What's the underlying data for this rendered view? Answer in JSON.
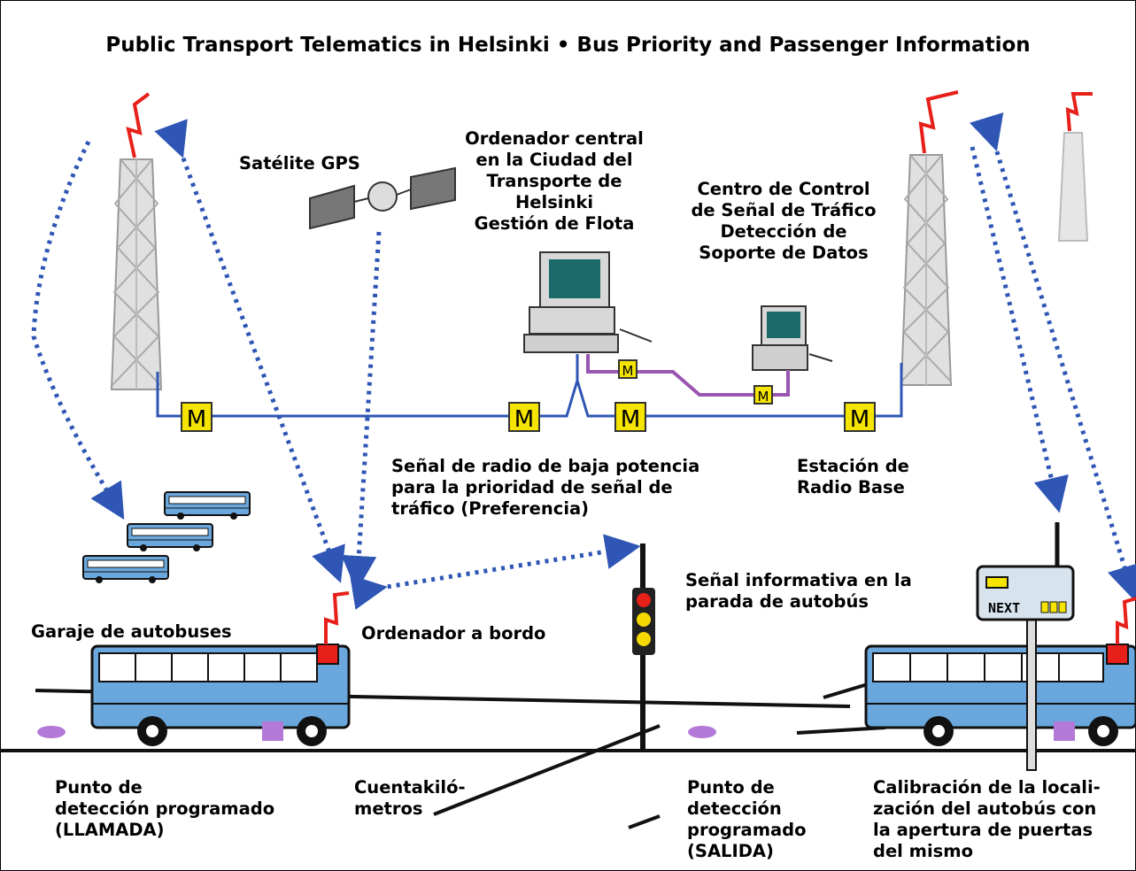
{
  "title": "Public Transport Telematics in Helsinki • Bus Priority and Passenger Information",
  "labels": {
    "gps": "Satélite GPS",
    "central_computer": [
      "Ordenador central",
      "en la Ciudad del",
      "Transporte de",
      "Helsinki",
      "Gestión de Flota"
    ],
    "traffic_control": [
      "Centro de Control",
      "de Señal de Tráfico",
      "Detección de",
      "Soporte de Datos"
    ],
    "low_power_radio": [
      "Señal de radio de baja potencia",
      "para la prioridad de señal de",
      "tráfico (Preferencia)"
    ],
    "base_station": [
      "Estación de",
      "Radio Base"
    ],
    "stop_sign_info": [
      "Señal informativa en la",
      "parada de autobús"
    ],
    "bus_garage": "Garaje de autobuses",
    "onboard_computer": "Ordenador a bordo",
    "call_point": [
      "Punto de",
      "detección programado",
      "(LLAMADA)"
    ],
    "odometer": [
      "Cuentakiló-",
      "metros"
    ],
    "exit_point": [
      "Punto de",
      "detección",
      "programado",
      "(SALIDA)"
    ],
    "calibration": [
      "Calibración de la locali-",
      "zación del autobús con",
      "la apertura de puertas",
      "del mismo"
    ]
  },
  "modem_letter": "M",
  "stop_sign_text": "NEXT",
  "colors": {
    "radio_arrow": "#2f56b5",
    "cable": "#2f56b5",
    "data_link": "#9a55b0",
    "modem_fill": "#f5e400",
    "bus_body": "#6aa7dc",
    "antenna_bolt": "#e8201a",
    "detector": "#b27ad6"
  }
}
